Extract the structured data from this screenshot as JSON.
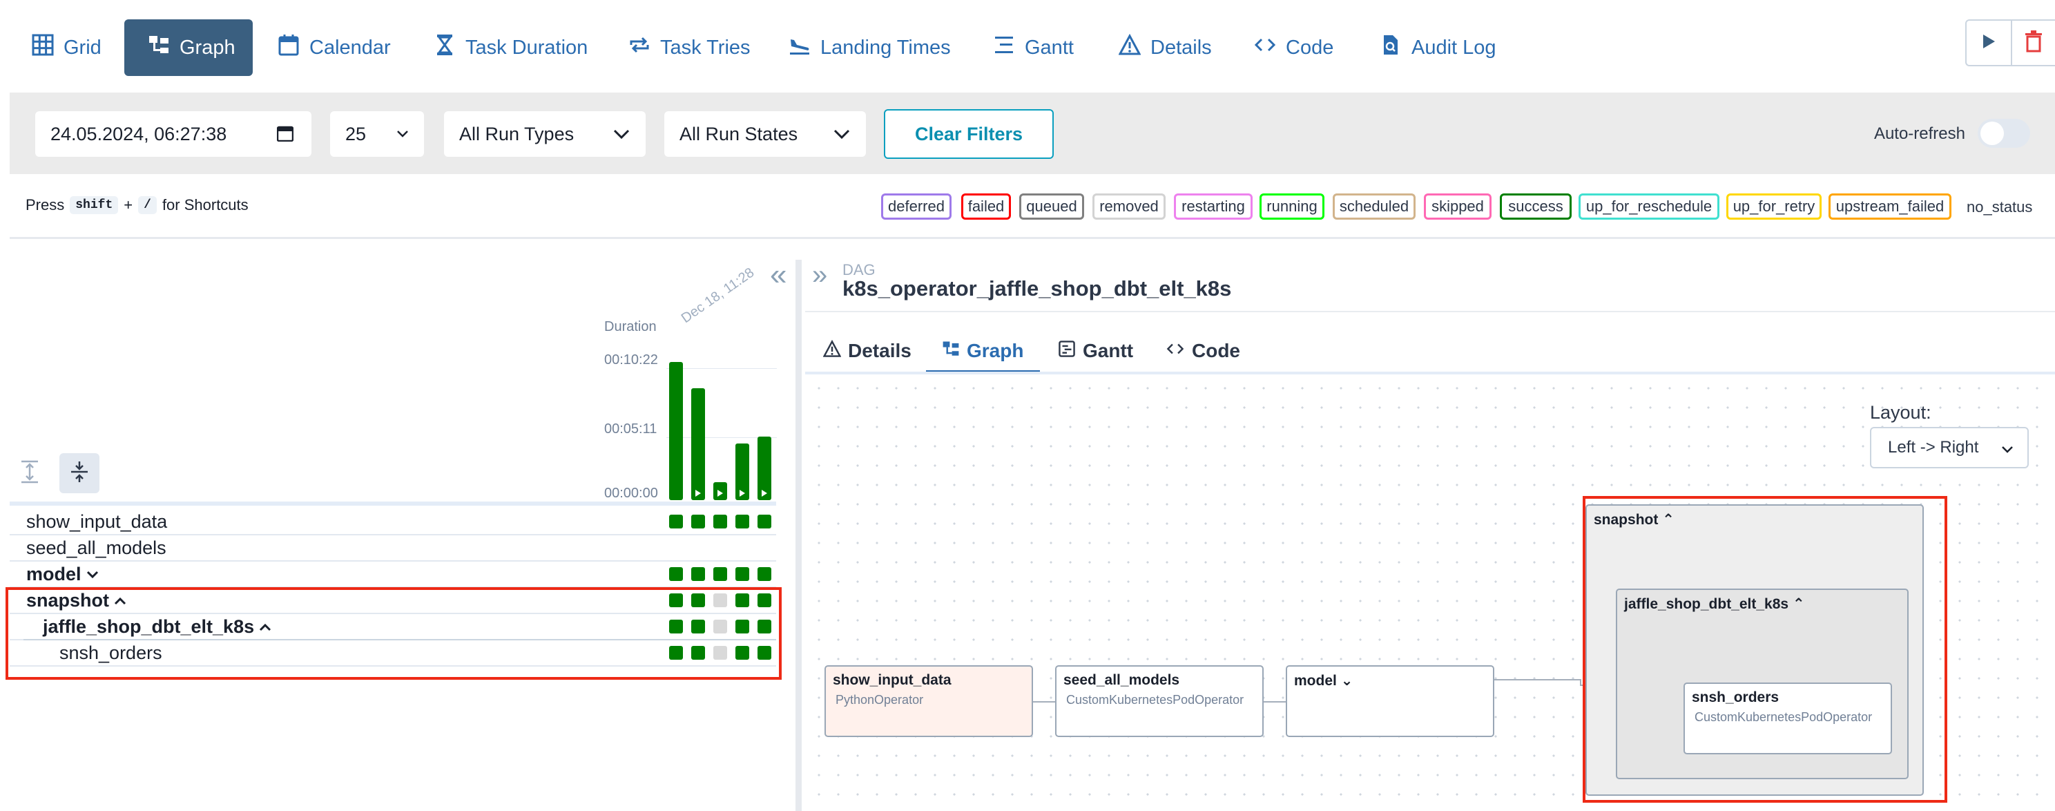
{
  "nav": {
    "items": [
      {
        "label": "Grid",
        "icon": "grid-icon"
      },
      {
        "label": "Graph",
        "icon": "graph-icon",
        "active": true
      },
      {
        "label": "Calendar",
        "icon": "calendar-icon"
      },
      {
        "label": "Task Duration",
        "icon": "hourglass-icon"
      },
      {
        "label": "Task Tries",
        "icon": "repeat-icon"
      },
      {
        "label": "Landing Times",
        "icon": "plane-landing-icon"
      },
      {
        "label": "Gantt",
        "icon": "gantt-icon"
      },
      {
        "label": "Details",
        "icon": "warning-triangle-icon"
      },
      {
        "label": "Code",
        "icon": "code-icon"
      },
      {
        "label": "Audit Log",
        "icon": "file-search-icon"
      }
    ],
    "actions": {
      "trigger_icon": "play-icon",
      "delete_icon": "trash-icon"
    }
  },
  "filters": {
    "date_value": "24.05.2024, 06:27:38",
    "num_runs": "25",
    "run_types": "All Run Types",
    "run_states": "All Run States",
    "clear_label": "Clear Filters",
    "auto_refresh_label": "Auto-refresh"
  },
  "shortcuts": {
    "press": "Press",
    "key1": "shift",
    "plus": "+",
    "key2": "/",
    "suffix": "for Shortcuts"
  },
  "legend": [
    {
      "label": "deferred",
      "color": "#9f7aea"
    },
    {
      "label": "failed",
      "color": "#ff0000"
    },
    {
      "label": "queued",
      "color": "#808080"
    },
    {
      "label": "removed",
      "color": "#d3d3d3"
    },
    {
      "label": "restarting",
      "color": "#ee82ee"
    },
    {
      "label": "running",
      "color": "#00ff00"
    },
    {
      "label": "scheduled",
      "color": "#d2b48c"
    },
    {
      "label": "skipped",
      "color": "#ff69b4"
    },
    {
      "label": "success",
      "color": "#008000"
    },
    {
      "label": "up_for_reschedule",
      "color": "#40e0d0"
    },
    {
      "label": "up_for_retry",
      "color": "#ffd700"
    },
    {
      "label": "upstream_failed",
      "color": "#ffa500"
    },
    {
      "label": "no_status",
      "color": ""
    }
  ],
  "grid": {
    "duration_label": "Duration",
    "run_date_label": "Dec 18, 11:28",
    "ticks": [
      "00:10:22",
      "00:05:11",
      "00:00:00"
    ],
    "run_durations_fraction": [
      1.0,
      0.81,
      0.13,
      0.41,
      0.46
    ],
    "tasks": [
      {
        "label": "show_input_data",
        "bold": false,
        "indent": 0,
        "states": [
          "success",
          "success",
          "success",
          "success",
          "success"
        ]
      },
      {
        "label": "seed_all_models",
        "bold": false,
        "indent": 0,
        "states": []
      },
      {
        "label": "model",
        "bold": true,
        "indent": 0,
        "chevron": "down",
        "states": [
          "success",
          "success",
          "success",
          "success",
          "success"
        ]
      },
      {
        "label": "snapshot",
        "bold": true,
        "indent": 0,
        "chevron": "up",
        "states": [
          "success",
          "success",
          "none",
          "success",
          "success"
        ]
      },
      {
        "label": "jaffle_shop_dbt_elt_k8s",
        "bold": true,
        "indent": 1,
        "chevron": "up",
        "states": [
          "success",
          "success",
          "none",
          "success",
          "success"
        ]
      },
      {
        "label": "snsh_orders",
        "bold": false,
        "indent": 2,
        "states": [
          "success",
          "success",
          "none",
          "success",
          "success"
        ]
      }
    ]
  },
  "dag": {
    "small_label": "DAG",
    "title": "k8s_operator_jaffle_shop_dbt_elt_k8s",
    "tabs": [
      {
        "label": "Details",
        "icon": "warning-triangle-icon"
      },
      {
        "label": "Graph",
        "icon": "graph-icon",
        "active": true
      },
      {
        "label": "Gantt",
        "icon": "gantt-icon"
      },
      {
        "label": "Code",
        "icon": "code-icon"
      }
    ],
    "layout_label": "Layout:",
    "layout_value": "Left -> Right",
    "nodes": {
      "show_input_data": {
        "name": "show_input_data",
        "operator": "PythonOperator"
      },
      "seed_all_models": {
        "name": "seed_all_models",
        "operator": "CustomKubernetesPodOperator"
      },
      "model": {
        "name": "model"
      },
      "snapshot": {
        "name": "snapshot"
      },
      "jaffle": {
        "name": "jaffle_shop_dbt_elt_k8s"
      },
      "snsh_orders": {
        "name": "snsh_orders",
        "operator": "CustomKubernetesPodOperator"
      }
    }
  }
}
